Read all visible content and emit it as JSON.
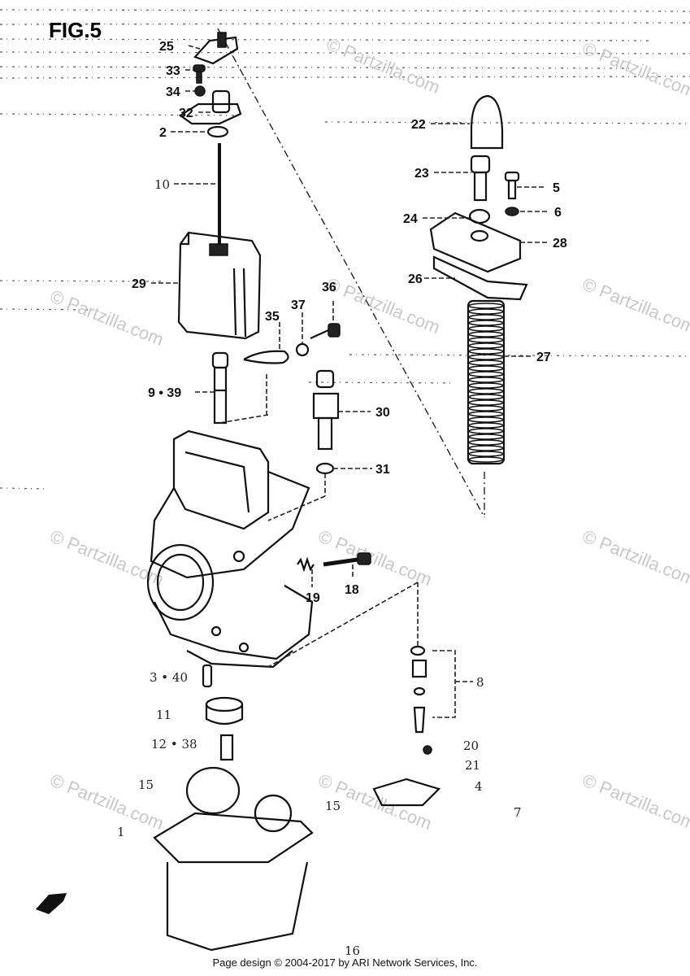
{
  "figure_label": "FIG.5",
  "watermark": "© Partzilla.com",
  "footer": "Page design © 2004-2017 by ARI Network Services, Inc.",
  "callouts": [
    {
      "id": "c25",
      "text": "25"
    },
    {
      "id": "c33",
      "text": "33"
    },
    {
      "id": "c34",
      "text": "34"
    },
    {
      "id": "c32",
      "text": "32"
    },
    {
      "id": "c2",
      "text": "2"
    },
    {
      "id": "c10",
      "text": "10"
    },
    {
      "id": "c29",
      "text": "29"
    },
    {
      "id": "c35",
      "text": "35"
    },
    {
      "id": "c37",
      "text": "37"
    },
    {
      "id": "c36",
      "text": "36"
    },
    {
      "id": "c9",
      "text": "9 • 39"
    },
    {
      "id": "c30",
      "text": "30"
    },
    {
      "id": "c31",
      "text": "31"
    },
    {
      "id": "c18",
      "text": "18"
    },
    {
      "id": "c19",
      "text": "19"
    },
    {
      "id": "c8",
      "text": "8"
    },
    {
      "id": "c3",
      "text": "3 • 40"
    },
    {
      "id": "c11",
      "text": "11"
    },
    {
      "id": "c12",
      "text": "12 • 38"
    },
    {
      "id": "c15a",
      "text": "15"
    },
    {
      "id": "c15b",
      "text": "15"
    },
    {
      "id": "c20",
      "text": "20"
    },
    {
      "id": "c21",
      "text": "21"
    },
    {
      "id": "c4",
      "text": "4"
    },
    {
      "id": "c7",
      "text": "7"
    },
    {
      "id": "c1",
      "text": "1"
    },
    {
      "id": "c16",
      "text": "16"
    },
    {
      "id": "c22",
      "text": "22"
    },
    {
      "id": "c23",
      "text": "23"
    },
    {
      "id": "c5",
      "text": "5"
    },
    {
      "id": "c6",
      "text": "6"
    },
    {
      "id": "c24",
      "text": "24"
    },
    {
      "id": "c28",
      "text": "28"
    },
    {
      "id": "c26",
      "text": "26"
    },
    {
      "id": "c27",
      "text": "27"
    }
  ]
}
